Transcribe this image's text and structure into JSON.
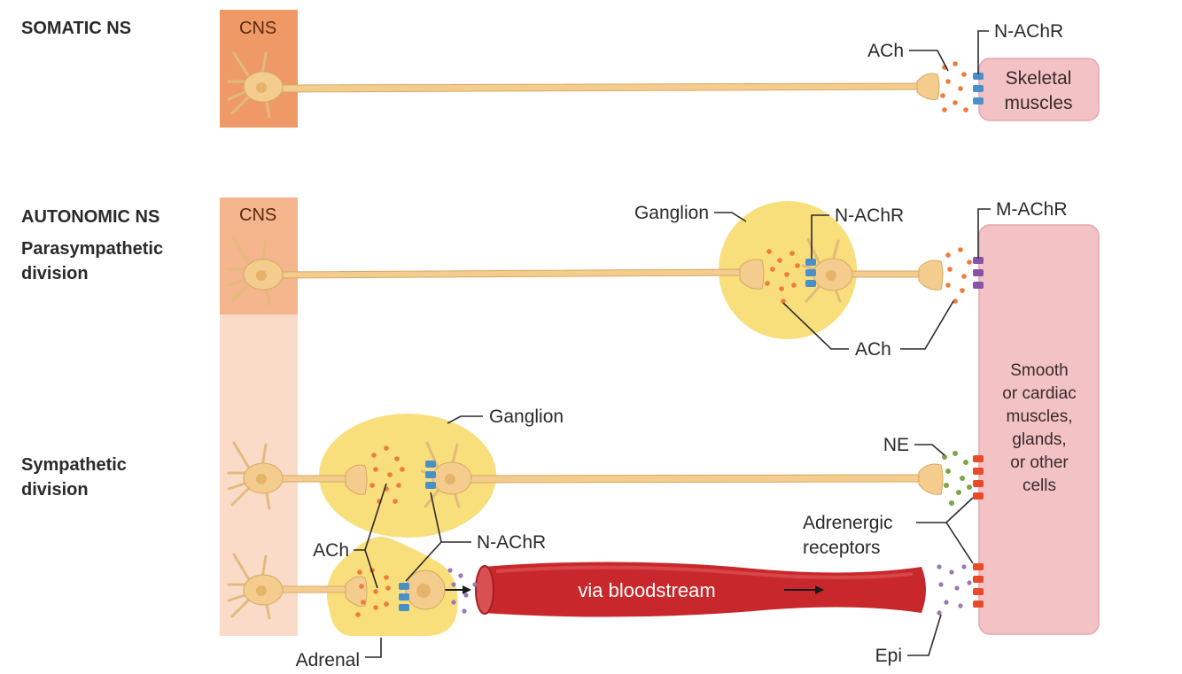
{
  "colors": {
    "cns_dark": "#ef9a66",
    "cns_mid": "#f4b48c",
    "cns_light": "#f9dbc8",
    "neuron": "#f3cc8e",
    "ganglion": "#f8df7b",
    "muscle": "#f2c2c4",
    "blood_vessel": "#c8282c",
    "ach": "#f07a3a",
    "ne": "#7ea44a",
    "epi": "#9a78b8",
    "nicotinic_receptor": "#4a90c8",
    "muscarinic_receptor": "#8a52a4",
    "adrenergic_receptor": "#e84a2a"
  },
  "sections": {
    "somatic": "SOMATIC NS",
    "autonomic": "AUTONOMIC NS",
    "parasympathetic_line1": "Parasympathetic",
    "parasympathetic_line2": "division",
    "sympathetic_line1": "Sympathetic",
    "sympathetic_line2": "division"
  },
  "cns_label_top": "CNS",
  "cns_label_auto": "CNS",
  "labels": {
    "ach_somatic": "ACh",
    "nachr_somatic": "N-AChR",
    "skeletal_line1": "Skeletal",
    "skeletal_line2": "muscles",
    "ganglion_para": "Ganglion",
    "nachr_para": "N-AChR",
    "machr": "M-AChR",
    "ach_para": "ACh",
    "target_line1": "Smooth",
    "target_line2": "or cardiac",
    "target_line3": "muscles,",
    "target_line4": "glands,",
    "target_line5": "or other",
    "target_line6": "cells",
    "ganglion_symp": "Ganglion",
    "ne": "NE",
    "adrenergic_line1": "Adrenergic",
    "adrenergic_line2": "receptors",
    "ach_symp": "ACh",
    "nachr_symp": "N-AChR",
    "bloodstream": "via bloodstream",
    "adrenal": "Adrenal",
    "epi": "Epi"
  }
}
